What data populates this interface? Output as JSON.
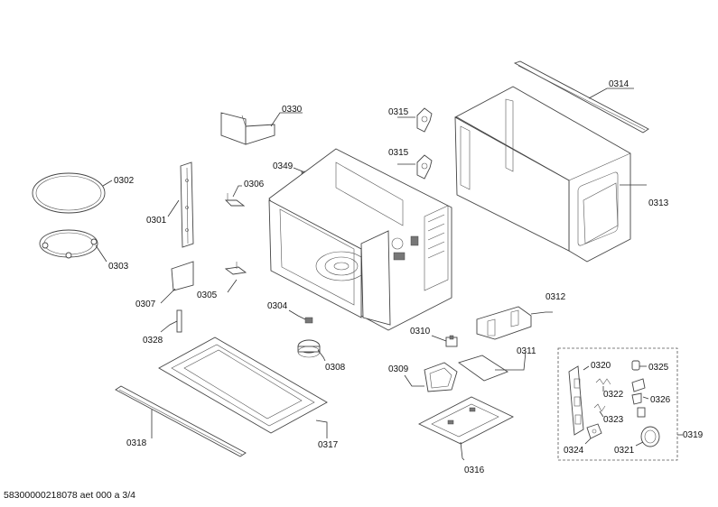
{
  "labels": {
    "l0314": "0314",
    "l0330": "0330",
    "l0315a": "0315",
    "l0315b": "0315",
    "l0349": "0349",
    "l0302": "0302",
    "l0306": "0306",
    "l0313": "0313",
    "l0301": "0301",
    "l0303": "0303",
    "l0307": "0307",
    "l0305": "0305",
    "l0312": "0312",
    "l0304": "0304",
    "l0328": "0328",
    "l0310": "0310",
    "l0311": "0311",
    "l0308": "0308",
    "l0309": "0309",
    "l0320": "0320",
    "l0325": "0325",
    "l0322": "0322",
    "l0326": "0326",
    "l0323": "0323",
    "l0319": "0319",
    "l0318": "0318",
    "l0317": "0317",
    "l0324": "0324",
    "l0321": "0321",
    "l0316": "0316"
  },
  "footer": "58300000218078 aet 000 a 3/4"
}
